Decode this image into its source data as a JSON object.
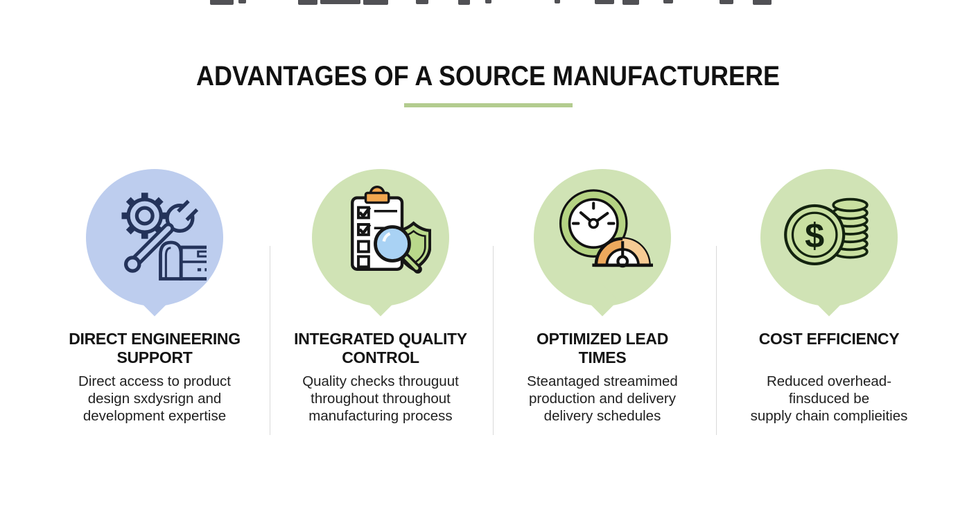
{
  "header": {
    "title": "ADVANTAGES OF A SOURCE MANUFACTURERE",
    "underline_color": "#b3cc8f"
  },
  "colors": {
    "blue_bubble": "#bdcdee",
    "green_bubble": "#d0e3b5",
    "icon_navy_stroke": "#24335a",
    "icon_dark_stroke": "#161616",
    "orange_accent": "#eda95d",
    "divider_gray": "#d9d9d9"
  },
  "columns": [
    {
      "heading": "DIRECT ENGINEERING\nSUPPORT",
      "description": "Direct access to product\ndesign sxdysrign and\ndevelopment expertise",
      "icon": "gear-wrench-toolbox-icon",
      "bubble_color": "#bdcdee"
    },
    {
      "heading": "INTEGRATED QUALITY\nCONTROL",
      "description": "Quality checks througuut\nthroughout throughout\nmanufacturing process",
      "icon": "clipboard-checklist-magnifier-shield-icon",
      "bubble_color": "#d0e3b5"
    },
    {
      "heading": "OPTIMIZED LEAD\nTIMES",
      "description": "Steantaged streamimed\nproduction and delivery\ndelivery schedules",
      "icon": "clock-gauge-icon",
      "bubble_color": "#d0e3b5"
    },
    {
      "heading": "COST EFFICIENCY",
      "description": "Reduced overhead-\nfinsduced be\nsupply chain complieities",
      "icon": "dollar-coins-icon",
      "bubble_color": "#d0e3b5"
    }
  ]
}
